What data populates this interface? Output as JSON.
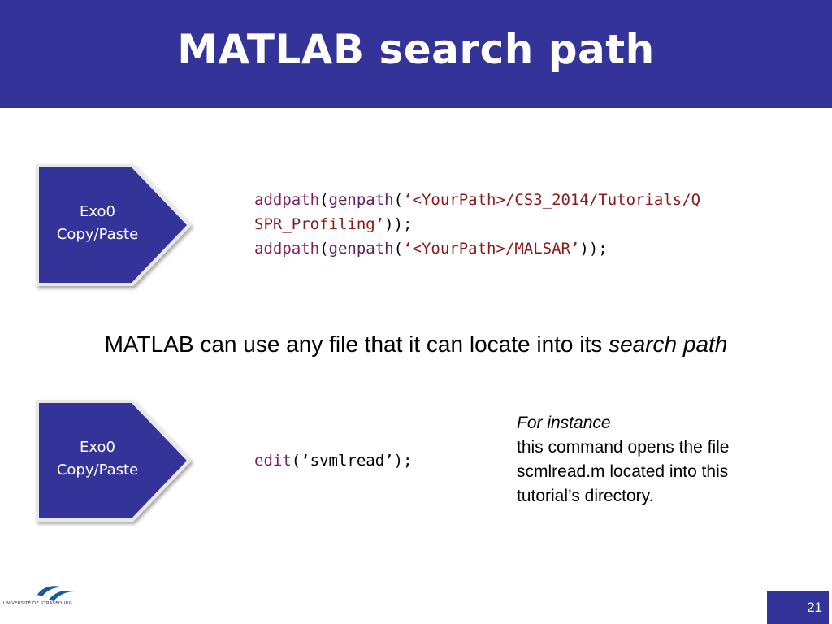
{
  "slide": {
    "title": "MATLAB search path",
    "statement_prefix": "MATLAB can use any file that it can locate into its ",
    "statement_emphasis": "search path",
    "page_number": "21"
  },
  "exercises": [
    {
      "line1": "Exo0",
      "line2": "Copy/Paste"
    },
    {
      "line1": "Exo0",
      "line2": "Copy/Paste"
    }
  ],
  "code_block_1": {
    "line1": {
      "fn1": "addpath",
      "p1": "(",
      "fn2": "genpath",
      "p2": "(",
      "str": "‘<YourPath>/CS3_2014/Tutorials/Q"
    },
    "line2": {
      "str": "SPR_Profiling’",
      "rest": "));"
    },
    "line3": {
      "fn1": "addpath",
      "p1": "(",
      "fn2": "genpath",
      "p2": "(",
      "str": "‘<YourPath>/MALSAR’",
      "rest": "));"
    }
  },
  "code_block_2": {
    "fn": "edit",
    "rest": "(‘svmlread’);"
  },
  "note": {
    "italic_line": "For instance",
    "line2": "this command opens the file",
    "line3": "scmlread.m located into this",
    "line4": "tutorial’s directory."
  },
  "logo": {
    "text": "UNIVERSITÉ DE STRASBOURG"
  },
  "colors": {
    "header_bg": "#33339a",
    "chevron_fill": "#33339a",
    "code_function": "#7f1f5f",
    "code_string": "#8b1a1a"
  }
}
